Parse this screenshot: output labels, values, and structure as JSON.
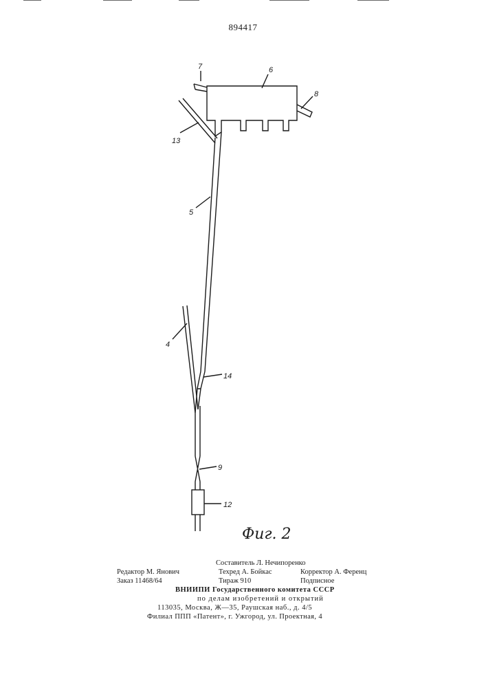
{
  "header": {
    "patent_number": "894417"
  },
  "figure": {
    "caption": "Фиг. 2",
    "labels": {
      "l7": "7",
      "l6": "6",
      "l8": "8",
      "l13": "13",
      "l5": "5",
      "l4": "4",
      "l14": "14",
      "l9": "9",
      "l12": "12"
    }
  },
  "imprint": {
    "compiler": "Составитель Л. Нечипоренко",
    "editor": "Редактор М. Янович",
    "techred": "Техред А. Бойкас",
    "corrector": "Корректор А. Ференц",
    "order": "Заказ 11468/64",
    "circulation": "Тираж 910",
    "subscription": "Подписное",
    "org_line1": "ВНИИПИ Государственного комитета СССР",
    "org_line2": "по делам изобретений и открытий",
    "address": "113035, Москва, Ж—35, Раушская наб., д. 4/5",
    "branch": "Филиал ППП «Патент», г. Ужгород, ул. Проектная, 4"
  }
}
